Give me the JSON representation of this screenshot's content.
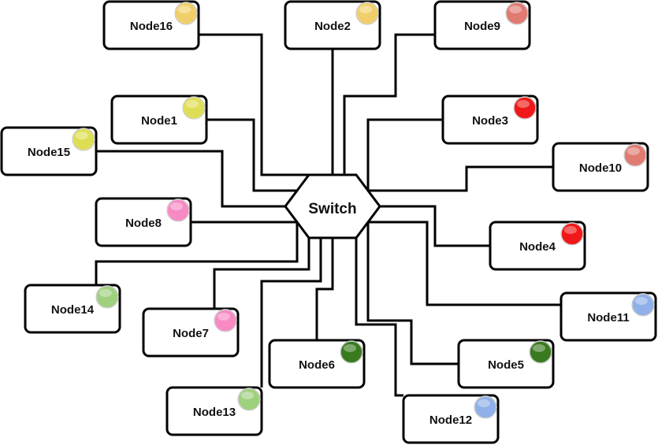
{
  "switch": {
    "label": "Switch"
  },
  "colors": {
    "line": "#000000",
    "box_fill": "#ffffff",
    "yellow": "#f0cf6b",
    "lime": "#dede55",
    "red_light": "#e07b72",
    "red": "#f01818",
    "pink": "#f789c3",
    "green_light": "#9ed07e",
    "green_dark": "#3a7a1f",
    "blue": "#8fb0e8"
  },
  "nodes": [
    {
      "id": "node16",
      "label": "Node16",
      "status": "yellow"
    },
    {
      "id": "node2",
      "label": "Node2",
      "status": "yellow"
    },
    {
      "id": "node9",
      "label": "Node9",
      "status": "red_light"
    },
    {
      "id": "node1",
      "label": "Node1",
      "status": "lime"
    },
    {
      "id": "node3",
      "label": "Node3",
      "status": "red"
    },
    {
      "id": "node15",
      "label": "Node15",
      "status": "lime"
    },
    {
      "id": "node10",
      "label": "Node10",
      "status": "red_light"
    },
    {
      "id": "node8",
      "label": "Node8",
      "status": "pink"
    },
    {
      "id": "node4",
      "label": "Node4",
      "status": "red"
    },
    {
      "id": "node14",
      "label": "Node14",
      "status": "green_light"
    },
    {
      "id": "node11",
      "label": "Node11",
      "status": "blue"
    },
    {
      "id": "node7",
      "label": "Node7",
      "status": "pink"
    },
    {
      "id": "node6",
      "label": "Node6",
      "status": "green_dark"
    },
    {
      "id": "node5",
      "label": "Node5",
      "status": "green_dark"
    },
    {
      "id": "node13",
      "label": "Node13",
      "status": "green_light"
    },
    {
      "id": "node12",
      "label": "Node12",
      "status": "blue"
    }
  ]
}
